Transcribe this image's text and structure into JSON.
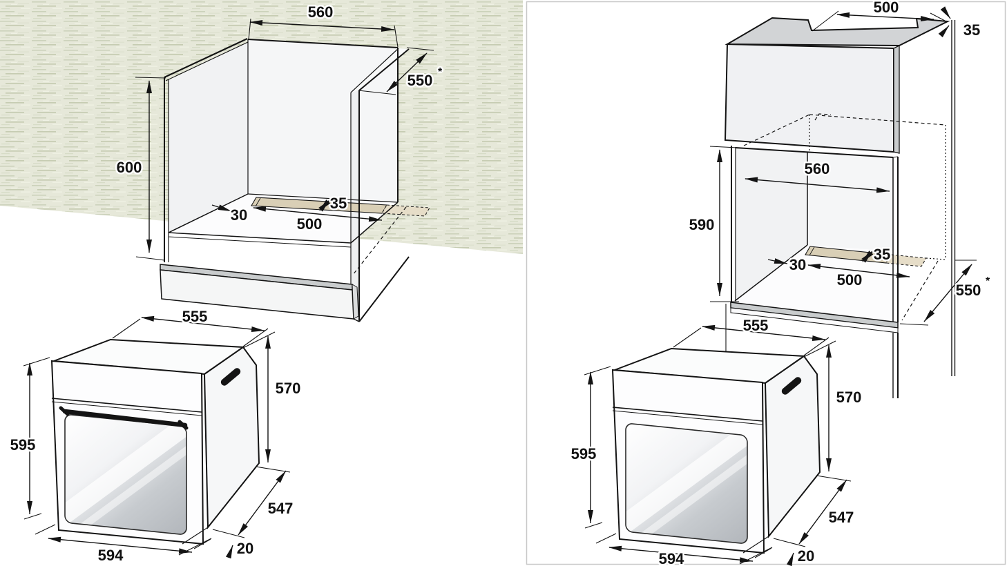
{
  "left": {
    "niche_width": "560",
    "niche_depth": "550",
    "niche_depth_star": "*",
    "niche_height": "600",
    "vent_offset": "30",
    "vent_width": "500",
    "vent_depth": "35",
    "oven_top_width": "555",
    "oven_height": "570",
    "oven_front_height": "595",
    "oven_depth": "547",
    "oven_width": "594",
    "door_protrusion": "20"
  },
  "right": {
    "top_cutout_width": "500",
    "top_gap": "35",
    "niche_width": "560",
    "niche_height": "590",
    "vent_offset": "30",
    "vent_width": "500",
    "vent_depth": "35",
    "niche_depth": "550",
    "niche_depth_star": "*",
    "oven_top_width": "555",
    "oven_height": "570",
    "oven_front_height": "595",
    "oven_depth": "547",
    "oven_width": "594",
    "door_protrusion": "20"
  },
  "colors": {
    "wall_base": "#e6e8d9",
    "line": "#141414",
    "vent_strip": "#d9cfb6",
    "vent_strip_hidden": "#e6ddc8",
    "metal_gray": "#c9cccd",
    "panel_fill": "#f4f5f6",
    "right_panel_border": "#c8c8c8"
  }
}
